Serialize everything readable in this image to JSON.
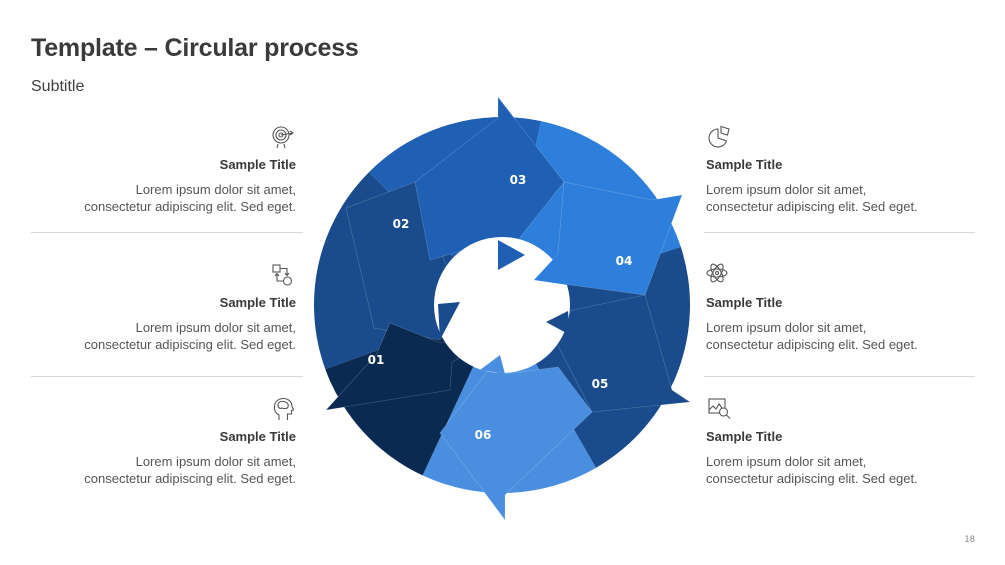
{
  "slide": {
    "title": "Template – Circular process",
    "subtitle": "Subtitle",
    "page_number": "18"
  },
  "colors": {
    "seg01": "#0b2a52",
    "seg02": "#1a4b8c",
    "seg03": "#1f5fb4",
    "seg04": "#2e7fdb",
    "seg05": "#1a4b8c",
    "seg06": "#4a8ee0",
    "divider": "#d9d9d9",
    "text": "#404040"
  },
  "segments": [
    {
      "label": "01"
    },
    {
      "label": "02"
    },
    {
      "label": "03"
    },
    {
      "label": "04"
    },
    {
      "label": "05"
    },
    {
      "label": "06"
    }
  ],
  "left_items": [
    {
      "icon": "target-icon",
      "title": "Sample Title",
      "text": "Lorem ipsum dolor sit amet,\nconsectetur adipiscing elit. Sed eget."
    },
    {
      "icon": "process-flow-icon",
      "title": "Sample Title",
      "text": "Lorem ipsum dolor sit amet,\nconsectetur adipiscing elit. Sed eget."
    },
    {
      "icon": "head-brain-icon",
      "title": "Sample Title",
      "text": "Lorem ipsum dolor sit amet,\nconsectetur adipiscing elit. Sed eget."
    }
  ],
  "right_items": [
    {
      "icon": "pie-chart-icon",
      "title": "Sample Title",
      "text": "Lorem ipsum dolor sit amet,\nconsectetur adipiscing elit. Sed eget."
    },
    {
      "icon": "atom-icon",
      "title": "Sample Title",
      "text": "Lorem ipsum dolor sit amet,\nconsectetur adipiscing elit. Sed eget."
    },
    {
      "icon": "image-search-icon",
      "title": "Sample Title",
      "text": "Lorem ipsum dolor sit amet,\nconsectetur adipiscing elit. Sed eget."
    }
  ]
}
